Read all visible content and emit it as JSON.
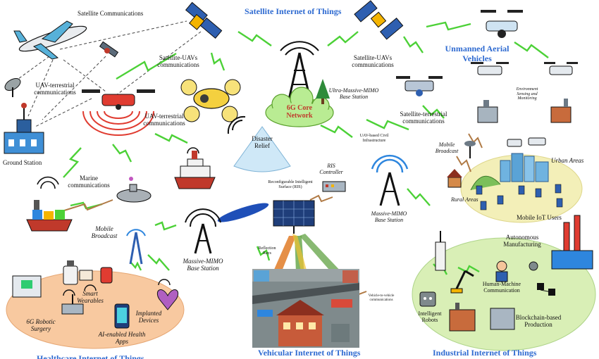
{
  "domains": {
    "satellite": "Satellite Internet of Things",
    "uav": "Unmanned Aerial Vehicles",
    "vehicular": "Vehicular Internet of Things",
    "industrial": "Industrial Internet of Things",
    "healthcare": "Healthcare Internet of Things"
  },
  "core": {
    "name": "6G Core Network"
  },
  "labels": {
    "satellite_comms": "Satellite Communications",
    "sat_uav_left": "Satellite-UAVs communications",
    "sat_uav_right": "Satellite-UAVs communications",
    "uav_terrestrial_top": "UAV-terrestrial communications",
    "uav_terrestrial_mid": "UAV-terrestrial communications",
    "ground_station": "Ground Station",
    "marine": "Marine communications",
    "mobile_broadcast_left": "Mobile Broadcast",
    "mimo_left": "Massive-MIMO Base Station",
    "ultra_mimo": "Ultra-Massive-MIMO Base Station",
    "disaster": "Disaster Relief",
    "ris": "Reconfigurable Intelligent Surface (RIS)",
    "ris_controller": "RIS Controller",
    "reflection": "Reflection Rays",
    "v2v": "Vehicle-to-vehicle communications",
    "uav_civil": "UAV-based Civil Infrastructure",
    "mimo_right": "Massive-MIMO Base Station",
    "sat_terrestrial": "Satellite-terrestrial communications",
    "env_sensing": "Environment Sensing and Monitoring",
    "mobile_broadcast_right": "Mobile Broadcast",
    "urban": "Urban Areas",
    "rural": "Rural Areas",
    "mobile_iot": "Mobile IoT Users",
    "autonomous": "Autonomous Manufacturing",
    "hmc": "Human-Machine Communication",
    "intelligent_robots": "Intelligent Robots",
    "blockchain": "Blockchain-based Production",
    "smart_wearables": "Smart Wearables",
    "implanted": "Implanted Devices",
    "robotic_surgery": "6G Robotic Surgery",
    "ai_health": "AI-enabled Health Apps"
  },
  "colors": {
    "title_blue": "#2f6bd1",
    "core_red": "#c0392b",
    "link_green": "#4cd137",
    "link_brown": "#b07a45",
    "zone_healthcare": "#f8c9a0",
    "zone_urban": "#f3efb8",
    "zone_industrial": "#d9efb6"
  }
}
